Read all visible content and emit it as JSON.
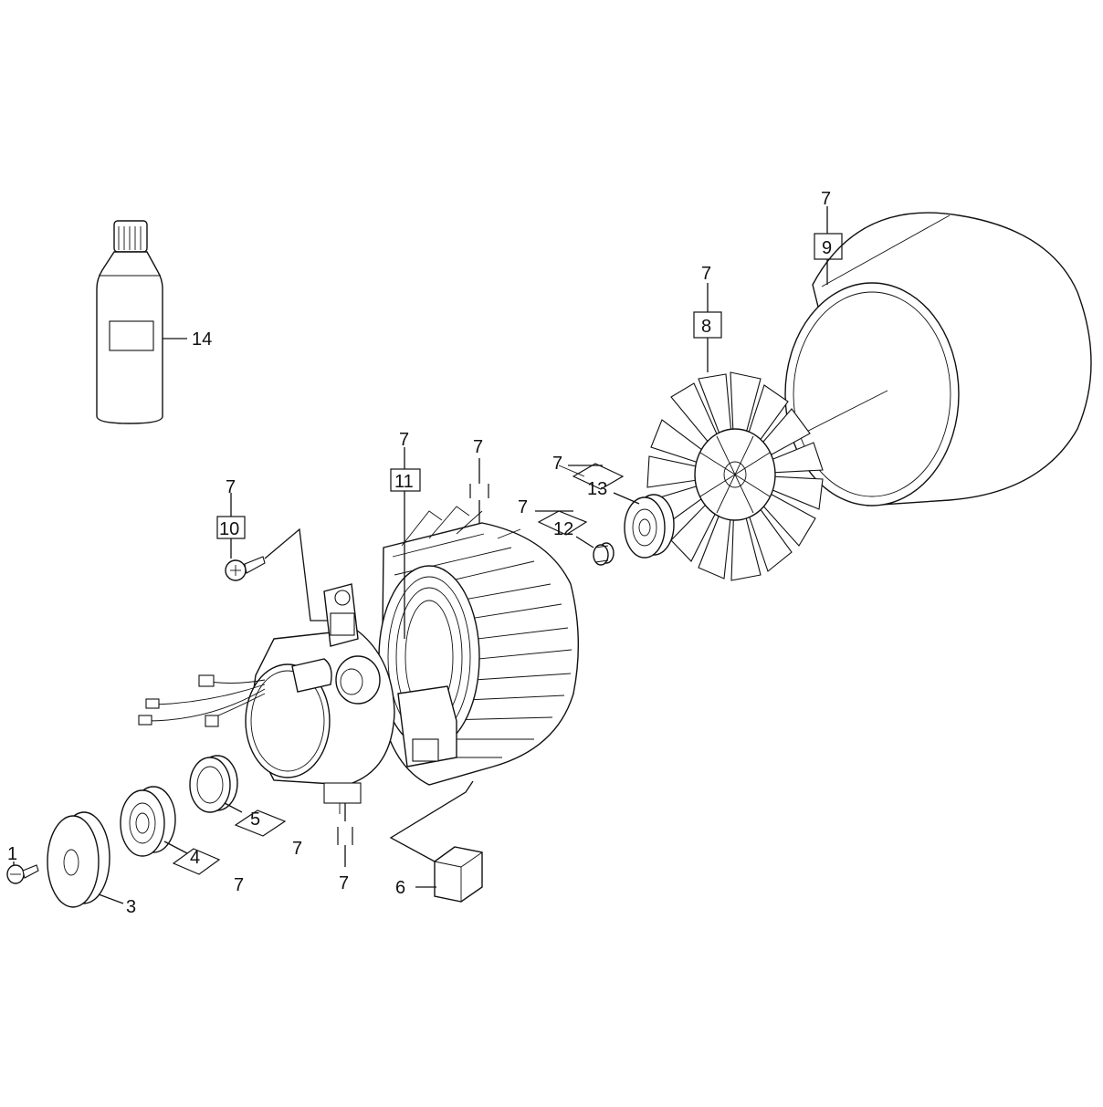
{
  "diagram": {
    "labels": {
      "p1": "1",
      "p3": "3",
      "p4": "4",
      "p5": "5",
      "p6": "6",
      "p8": "8",
      "p9": "9",
      "p10": "10",
      "p11": "11",
      "p12": "12",
      "p13": "13",
      "p14": "14",
      "ref7": "7"
    }
  }
}
